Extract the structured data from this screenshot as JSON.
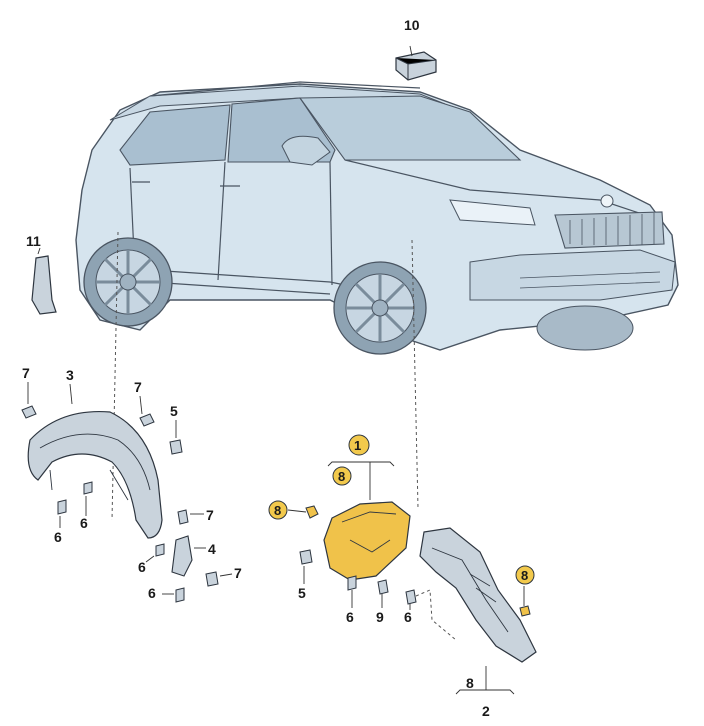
{
  "labels": {
    "p10": "10",
    "p11": "11",
    "p7a": "7",
    "p3": "3",
    "p7b": "7",
    "p5a": "5",
    "p6a": "6",
    "p6b": "6",
    "p7c": "7",
    "p4": "4",
    "p6c": "6",
    "p7d": "7",
    "p6d": "6",
    "p1": "1",
    "p8a": "8",
    "p8b": "8",
    "p5b": "5",
    "p6e": "6",
    "p9": "9",
    "p6f": "6",
    "p8c": "8",
    "p8d": "8",
    "p2": "2"
  },
  "colors": {
    "car_body": "#d6e4ee",
    "car_line": "#4a5562",
    "liner_grey": "#c9d3dc",
    "liner_yellow": "#f0c24a",
    "badge_yellow": "#f2c94c"
  },
  "icons": [
    "car-illustration",
    "wheel-arch-liner-icon",
    "bolt-icon",
    "clip-icon",
    "mud-flap-icon",
    "spacer-icon"
  ]
}
